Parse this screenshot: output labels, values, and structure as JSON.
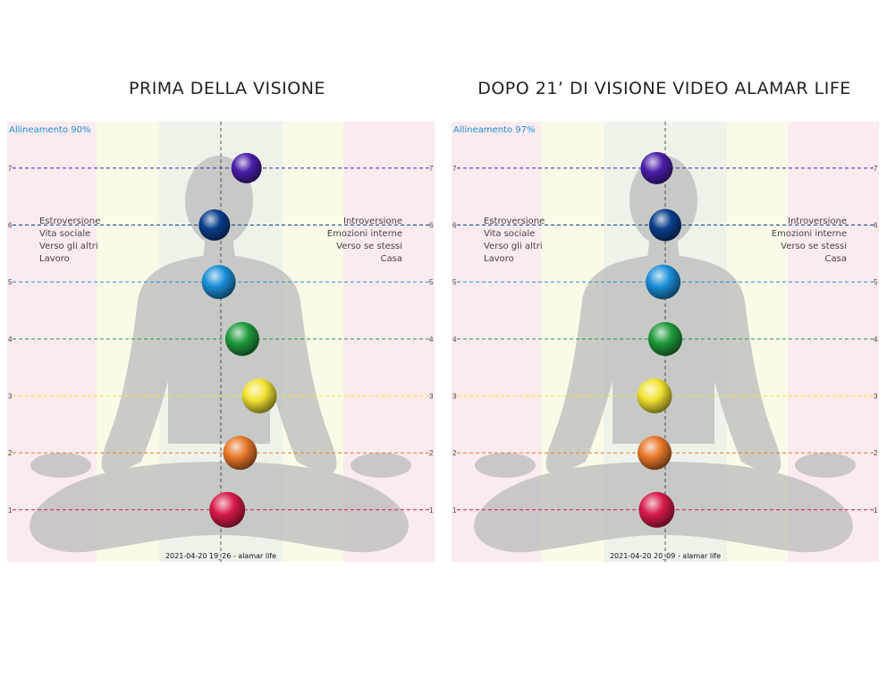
{
  "panels": [
    {
      "title": "PRIMA DELLA VISIONE"
    },
    {
      "title": "DOPO 21’ DI VISIONE VIDEO ALAMAR LIFE"
    }
  ],
  "chart_data": [
    {
      "type": "scatter",
      "title": "PRIMA DELLA VISIONE",
      "alignment_label": "Allineamento 90%",
      "footer": "2021-04-20 19_26 - alamar life",
      "y_ticks": [
        1,
        2,
        3,
        4,
        5,
        6,
        7
      ],
      "ylim": [
        0.4,
        7.5
      ],
      "xlim": [
        -1,
        1
      ],
      "left_labels": [
        "Estroversione",
        "Vita sociale",
        "Verso gli altri",
        "Lavoro"
      ],
      "right_labels": [
        "Introversione",
        "Emozioni interne",
        "Verso se stessi",
        "Casa"
      ],
      "points": [
        {
          "y": 1,
          "x": 0.03,
          "size": 1.0,
          "color": "#d81b4a"
        },
        {
          "y": 2,
          "x": 0.09,
          "size": 0.9,
          "color": "#e8782a"
        },
        {
          "y": 3,
          "x": 0.18,
          "size": 0.95,
          "color": "#f2e233"
        },
        {
          "y": 4,
          "x": 0.1,
          "size": 0.9,
          "color": "#1f9a3c"
        },
        {
          "y": 5,
          "x": -0.01,
          "size": 0.9,
          "color": "#1b8fd8"
        },
        {
          "y": 6,
          "x": -0.03,
          "size": 0.75,
          "color": "#0a3f8c"
        },
        {
          "y": 7,
          "x": 0.12,
          "size": 0.7,
          "color": "#4a1fa8"
        }
      ],
      "line_colors": [
        "#d81b4a",
        "#e8782a",
        "#f2e233",
        "#1f9a3c",
        "#1b8fd8",
        "#0a3f8c",
        "#4a1fa8"
      ]
    },
    {
      "type": "scatter",
      "title": "DOPO 21’ DI VISIONE VIDEO ALAMAR LIFE",
      "alignment_label": "Allineamento 97%",
      "footer": "2021-04-20 20_09 - alamar life",
      "y_ticks": [
        1,
        2,
        3,
        4,
        5,
        6,
        7
      ],
      "ylim": [
        0.4,
        7.5
      ],
      "xlim": [
        -1,
        1
      ],
      "left_labels": [
        "Estroversione",
        "Vita sociale",
        "Verso gli altri",
        "Lavoro"
      ],
      "right_labels": [
        "Introversione",
        "Emozioni interne",
        "Verso se stessi",
        "Casa"
      ],
      "points": [
        {
          "y": 1,
          "x": -0.04,
          "size": 1.0,
          "color": "#d81b4a"
        },
        {
          "y": 2,
          "x": -0.05,
          "size": 0.9,
          "color": "#e8782a"
        },
        {
          "y": 3,
          "x": -0.05,
          "size": 0.95,
          "color": "#f2e233"
        },
        {
          "y": 4,
          "x": 0.0,
          "size": 0.9,
          "color": "#1f9a3c"
        },
        {
          "y": 5,
          "x": -0.01,
          "size": 0.95,
          "color": "#1b8fd8"
        },
        {
          "y": 6,
          "x": 0.0,
          "size": 0.8,
          "color": "#0a3f8c"
        },
        {
          "y": 7,
          "x": -0.04,
          "size": 0.8,
          "color": "#4a1fa8"
        }
      ],
      "line_colors": [
        "#d81b4a",
        "#e8782a",
        "#f2e233",
        "#1f9a3c",
        "#1b8fd8",
        "#0a3f8c",
        "#4a1fa8"
      ]
    }
  ]
}
